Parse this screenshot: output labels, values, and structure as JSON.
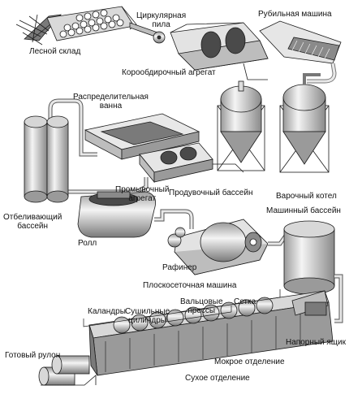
{
  "diagram": {
    "title": "",
    "labels": {
      "log_yard": "Лесной склад",
      "circular_saw": "Циркулярная\nпила",
      "chipper": "Рубильная машина",
      "debarker": "Корообдирочный агрегат",
      "distribution_tank": "Распределительная\nванна",
      "washer": "Промывочный\nагрегат",
      "blow_tank": "Продувочный бассейн",
      "digester": "Варочный котел",
      "bleach_tank": "Отбеливающий\nбассейн",
      "roll": "Ролл",
      "refiner": "Рафинер",
      "machine_chest": "Машинный бассейн",
      "fourdrinier": "Плоскосеточная машина",
      "calenders": "Каландры",
      "dryer_cylinders": "Сушильные\nцилиндры",
      "felt_press": "Вальцовые\nпрессы",
      "wire": "Сетка",
      "headbox": "Напорный ящик",
      "finished_roll": "Готовый рулон",
      "wet_section": "Мокрое отделение",
      "dry_section": "Сухое отделение"
    },
    "colors": {
      "line": "#1a1a1a",
      "fill_light": "#e8e8e8",
      "fill_mid": "#bdbdbd",
      "fill_dark": "#7a7a7a"
    }
  }
}
